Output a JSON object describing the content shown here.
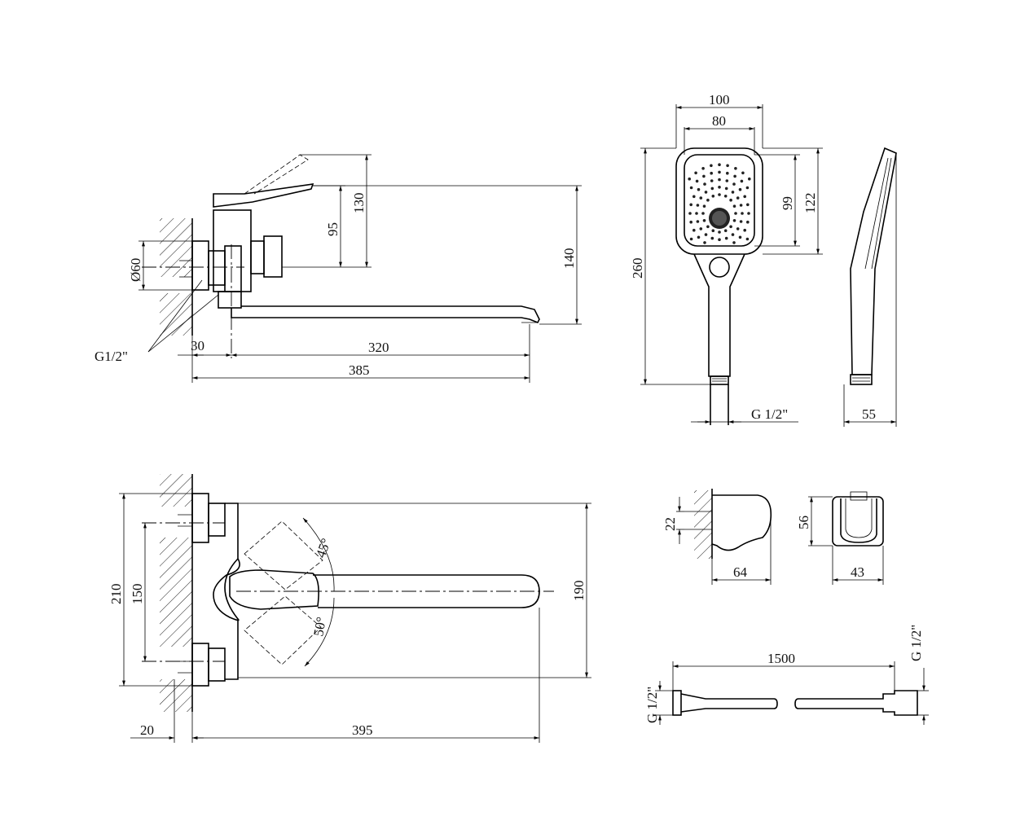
{
  "dimensions": {
    "side_view": {
      "height_130": "130",
      "height_95": "95",
      "height_140": "140",
      "diameter": "Ø60",
      "thread": "G1/2\"",
      "offset_30": "30",
      "spout_320": "320",
      "total_385": "385"
    },
    "shower_head": {
      "width_100": "100",
      "width_80": "80",
      "height_99": "99",
      "height_122": "122",
      "length_260": "260",
      "thread": "G 1/2\"",
      "depth_55": "55"
    },
    "top_view": {
      "height_210": "210",
      "height_150": "150",
      "spout_190": "190",
      "angle_45": "45°",
      "angle_50": "50°",
      "offset_20": "20",
      "length_395": "395"
    },
    "holder": {
      "spacing_22": "22",
      "width_64": "64",
      "height_56": "56",
      "width_43": "43"
    },
    "hose": {
      "length_1500": "1500",
      "thread_left": "G 1/2\"",
      "thread_right": "G 1/2\""
    }
  }
}
